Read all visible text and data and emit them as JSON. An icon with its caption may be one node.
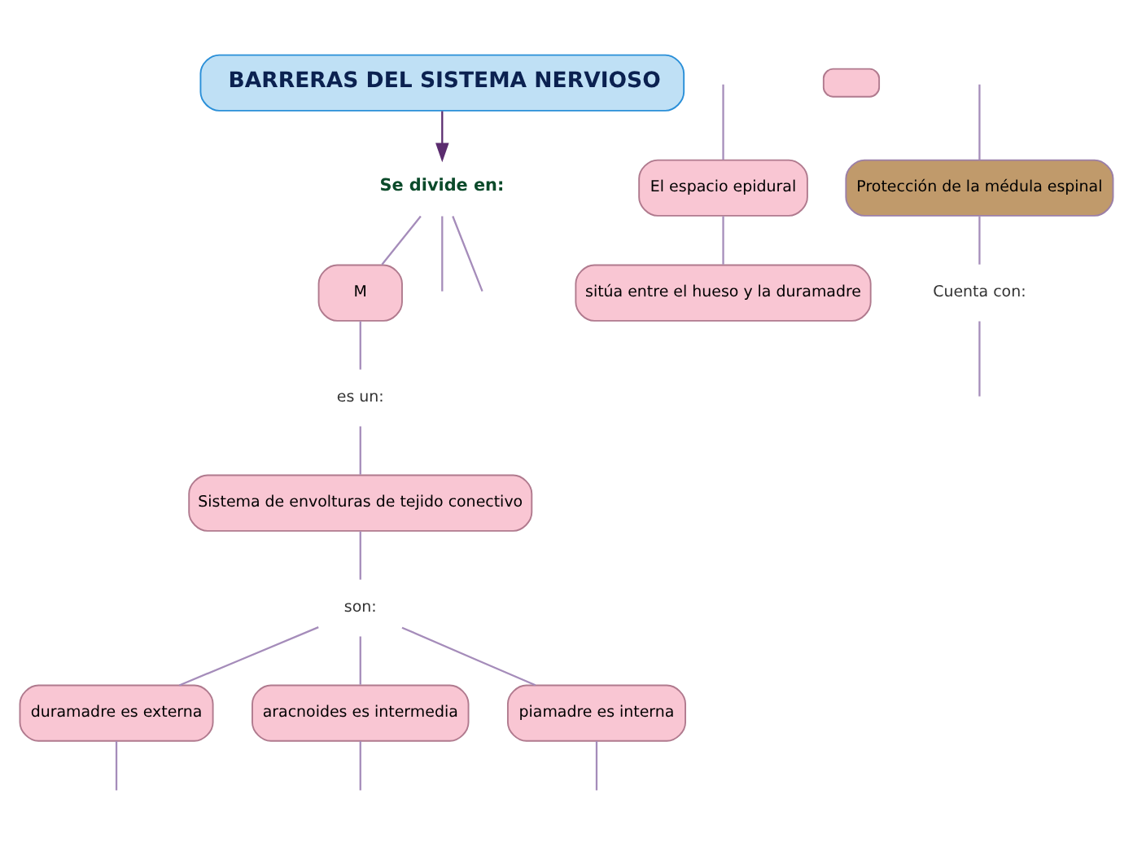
{
  "diagram": {
    "nodes": [
      {
        "text": [
          "BARRERAS DEL SISTEMA NERVIOSO"
        ]
      },
      {
        "text": [
          "Se divide en:"
        ]
      },
      {
        "text": [
          "M"
        ]
      },
      {
        "text": [
          "es un:"
        ]
      },
      {
        "text": [
          "Sistema de envolturas de tejido conectivo"
        ]
      },
      {
        "text": [
          "son:"
        ]
      },
      {
        "text": [
          "duramadre es externa"
        ]
      },
      {
        "text": [
          "aracnoides es intermedia"
        ]
      },
      {
        "text": [
          "piamadre es interna"
        ]
      },
      {
        "text": [
          "El espacio epidural"
        ]
      },
      {
        "text": [
          "sitúa entre el hueso y la duramadre"
        ]
      },
      {
        "text": [],
        "shape": "box"
      },
      {
        "text": [
          "Protección de la médula espinal"
        ]
      },
      {
        "text": [
          "Cuenta con:"
        ]
      }
    ],
    "edges": [
      {
        "from": 0,
        "to": 1,
        "arrow": "to",
        "color": "#5b2c6f"
      },
      {
        "from": 1,
        "to": null,
        "arrow": "none"
      },
      {
        "from": 1,
        "to": 2,
        "arrow": "none"
      },
      {
        "from": 1,
        "to": null,
        "arrow": "none"
      },
      {
        "from": 2,
        "to": 3,
        "arrow": "none"
      },
      {
        "from": 3,
        "to": 4,
        "arrow": "none"
      },
      {
        "from": 4,
        "to": 5,
        "arrow": "none"
      },
      {
        "from": 5,
        "to": 6,
        "arrow": "none"
      },
      {
        "from": 5,
        "to": 7,
        "arrow": "none"
      },
      {
        "from": 5,
        "to": 8,
        "arrow": "none"
      },
      {
        "from": null,
        "to": 9,
        "arrow": "none"
      },
      {
        "from": 9,
        "to": 10,
        "arrow": "none"
      },
      {
        "from": null,
        "to": 12,
        "arrow": "none"
      },
      {
        "from": 12,
        "to": 13,
        "arrow": "none"
      },
      {
        "from": 13,
        "to": null,
        "arrow": "none"
      },
      {
        "from": 6,
        "to": null,
        "arrow": "none"
      },
      {
        "from": 7,
        "to": null,
        "arrow": "none"
      },
      {
        "from": 8,
        "to": null,
        "arrow": "none"
      }
    ]
  }
}
